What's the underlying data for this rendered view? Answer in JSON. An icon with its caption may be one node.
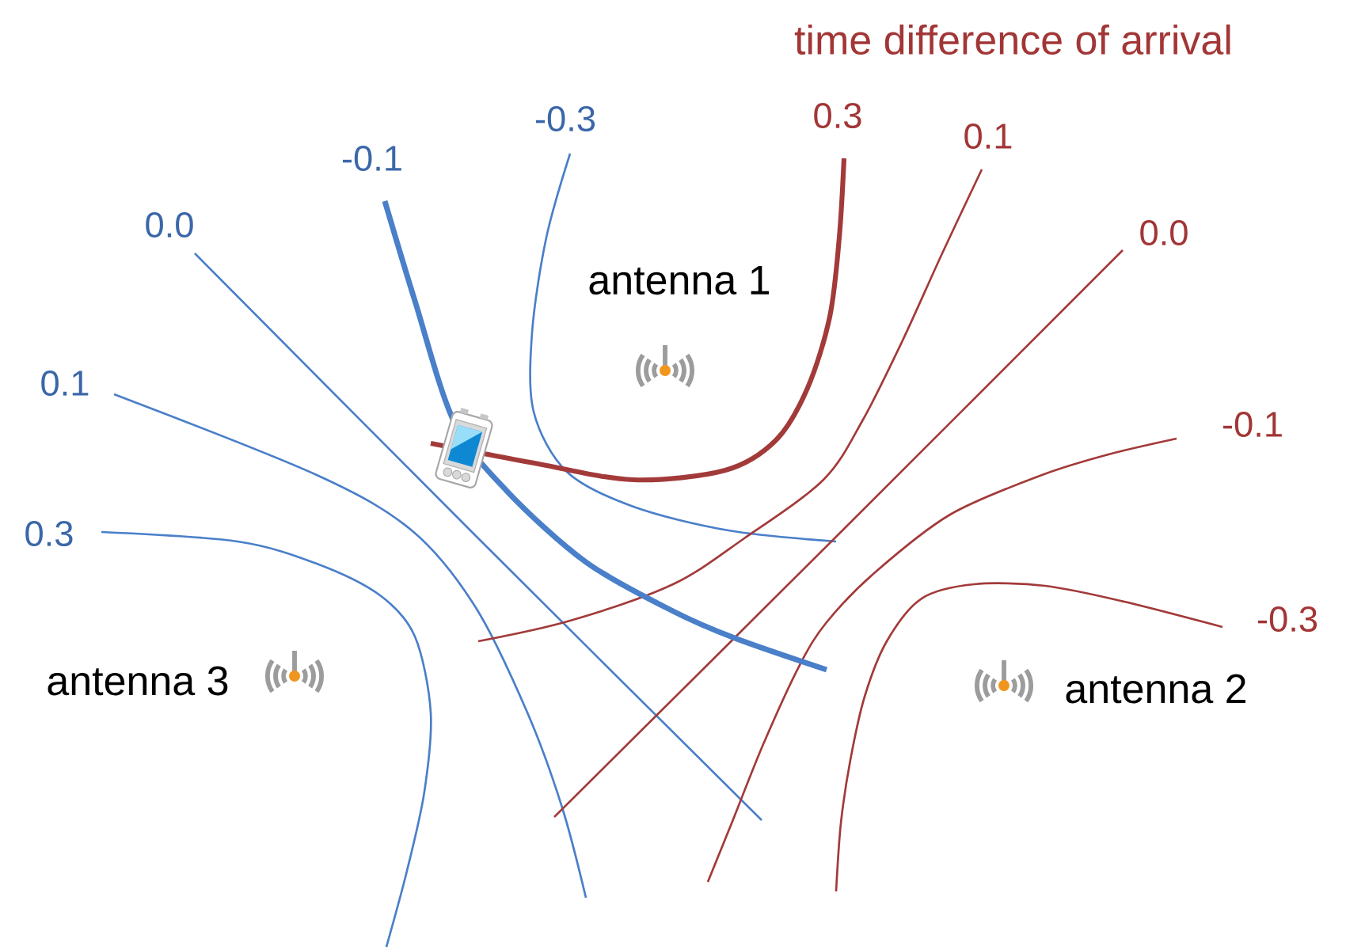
{
  "diagram": {
    "title": "time difference of arrival",
    "labels": [
      "0.3",
      "-0.3",
      "0.1",
      "-0.1",
      "0.0",
      "0.0",
      "antenna 1",
      "0.1",
      "-0.1",
      "0.3",
      "-0.3",
      "antenna 3",
      "antenna 2"
    ]
  }
}
